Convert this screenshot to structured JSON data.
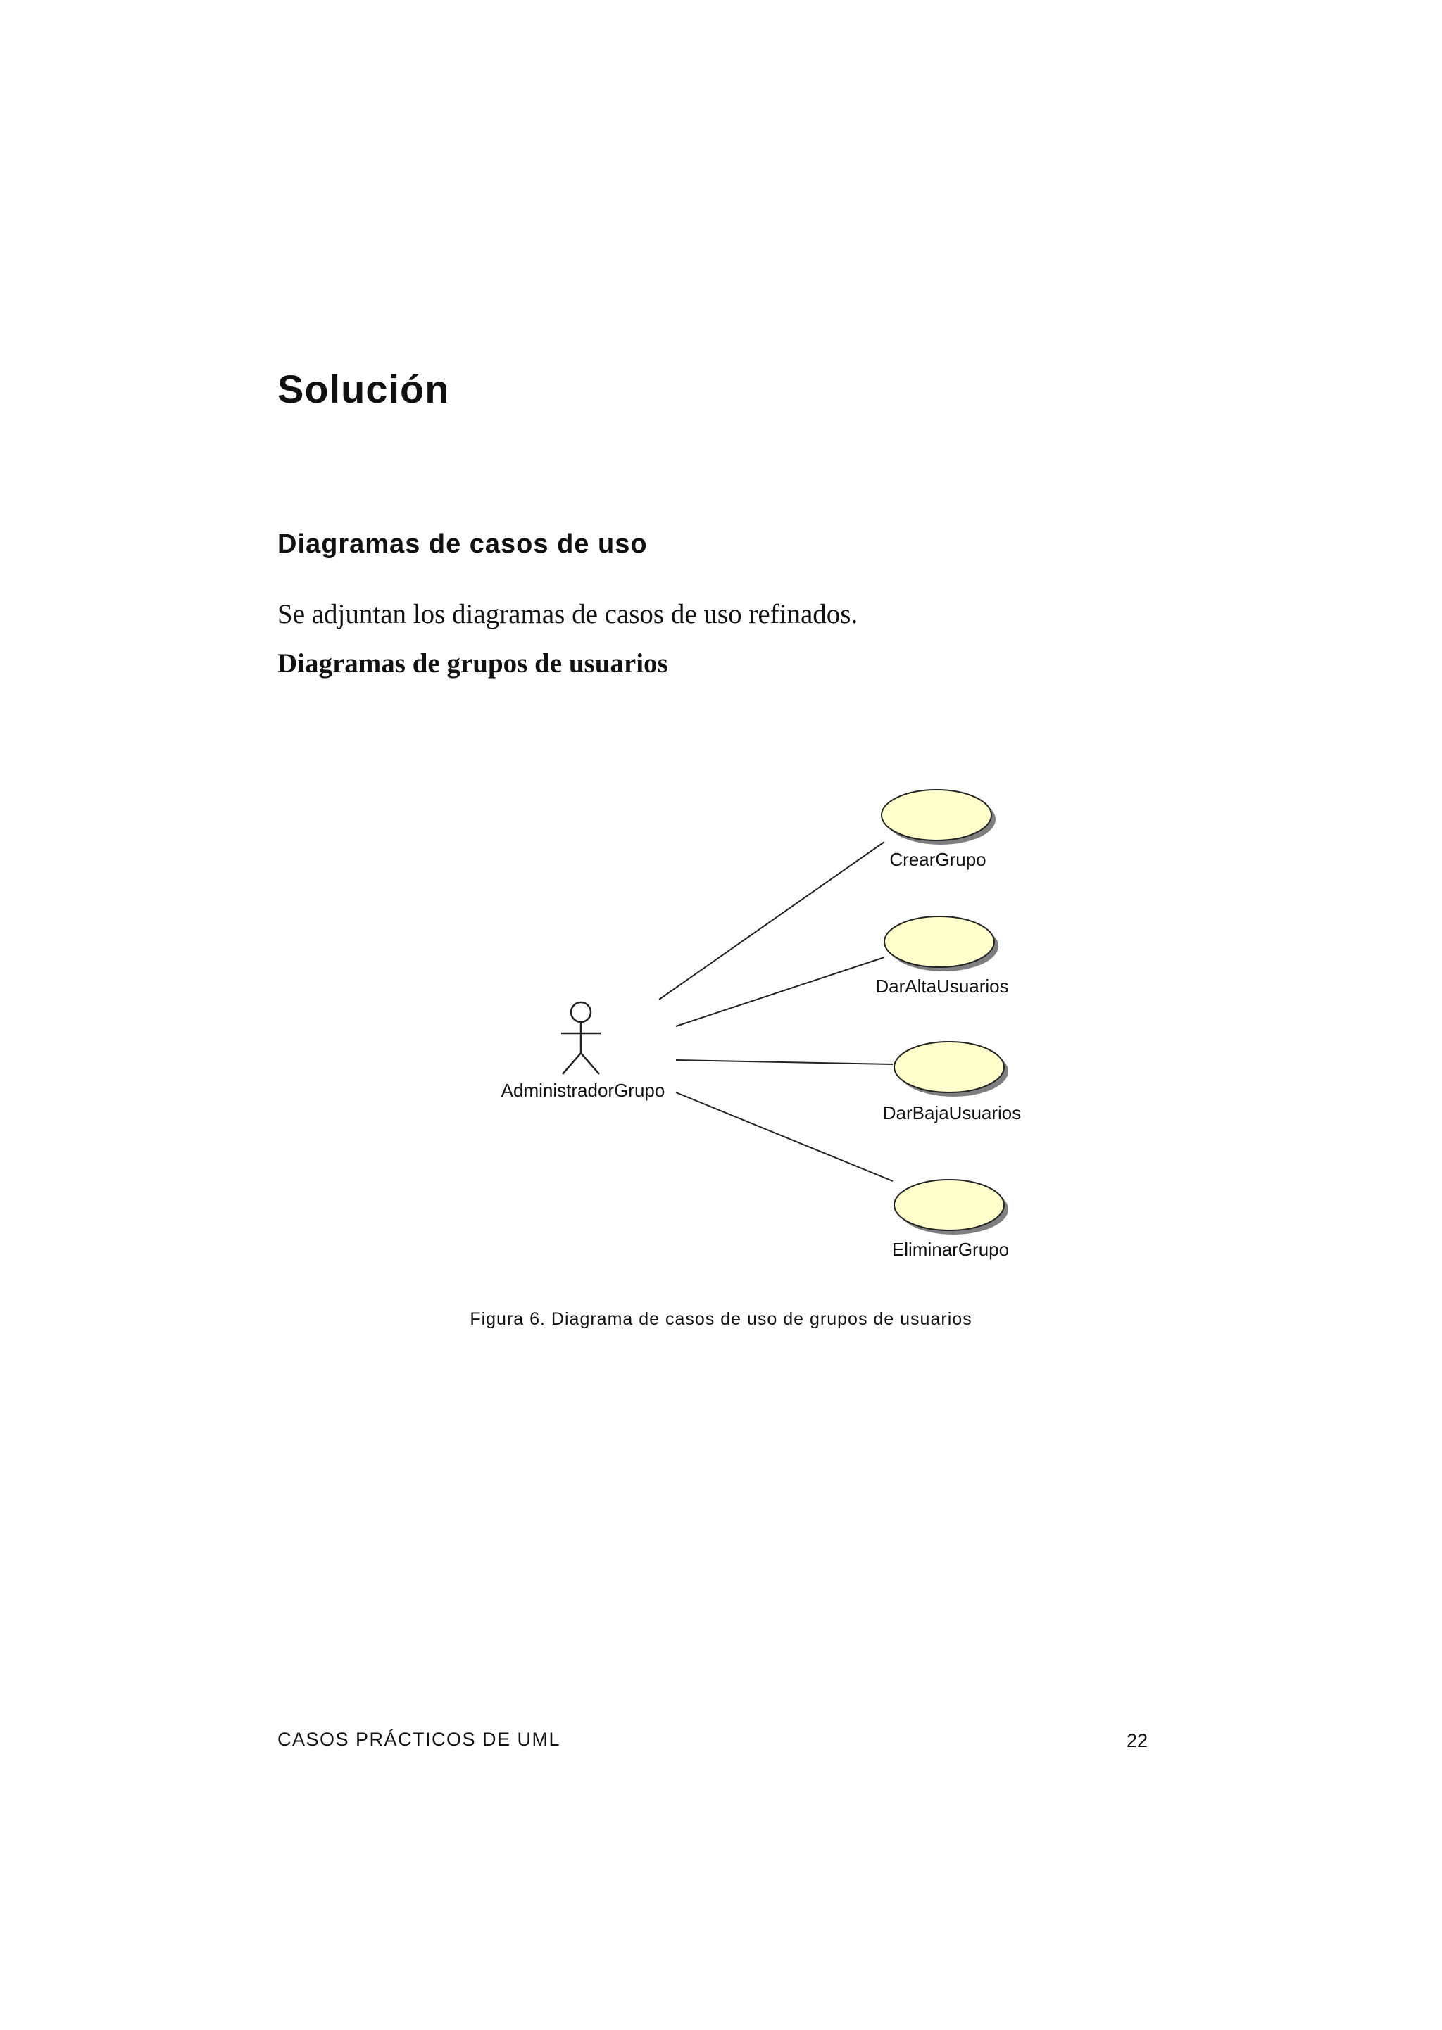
{
  "section_title": "Solución",
  "subsection_title": "Diagramas de casos de uso",
  "intro_text": "Se adjuntan los diagramas de casos de uso refinados.",
  "diagram_heading": "Diagramas de grupos de usuarios",
  "diagram": {
    "actor": "AdministradorGrupo",
    "use_cases": [
      "CrearGrupo",
      "DarAltaUsuarios",
      "DarBajaUsuarios",
      "EliminarGrupo"
    ],
    "use_case_fill": "#ffffcc",
    "shadow_color": "#7f7f7f"
  },
  "caption": "Figura 6. Diagrama de casos de uso de grupos de usuarios",
  "footer": {
    "title": "CASOS PRÁCTICOS DE UML",
    "page_number": "22"
  }
}
